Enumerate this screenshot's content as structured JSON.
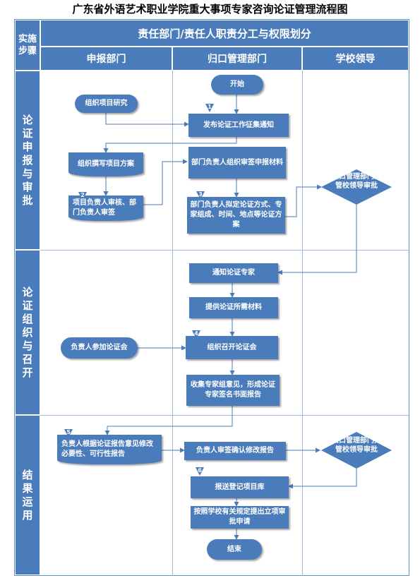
{
  "title": "广东省外语艺术职业学院重大事项专家咨询论证管理流程图",
  "header": {
    "stage_col": "实施步骤",
    "responsibility": "责任部门/责任人职责分工与权限划分",
    "columns": [
      "申报部门",
      "归口管理部门",
      "学校领导"
    ]
  },
  "phases": [
    "论证申报与审批",
    "论证组织与召开",
    "结果运用"
  ],
  "nodes": {
    "research": "组织项目研究",
    "start": "开始",
    "notice": "发布论证工作征集通知",
    "write_plan": "组织撰写项目方案",
    "dept_review": "部门负责人组织审签申报材料",
    "head_review": "项目负责人审核、部门负责人审签",
    "draft_plan": "部门负责人拟定论证方式、专家组成、时间、地点等论证方案",
    "leader_approve_1": "归口管理部门分管校领导审批",
    "notify_experts": "通知论证专家",
    "provide_materials": "提供论证所需材料",
    "attend": "负责人参加论证会",
    "hold_meeting": "组织召开论证会",
    "collect": "收集专家组意见，形成论证专家签名书面报告",
    "revise": "负责人根据论证报告意见修改必要性、可行性报告",
    "confirm": "负责人审签确认修改报告",
    "leader_approve_2": "归口管理部门分管校领导审批",
    "submit": "报送登记项目库",
    "apply": "按照学校有关规定提出立项审批申请",
    "end": "结束"
  },
  "badges": [
    "1",
    "2",
    "3",
    "4",
    "5",
    "6"
  ],
  "colors": {
    "box": "#4a7bbb",
    "line": "#4a7bbb",
    "grid": "#9db8d8"
  }
}
